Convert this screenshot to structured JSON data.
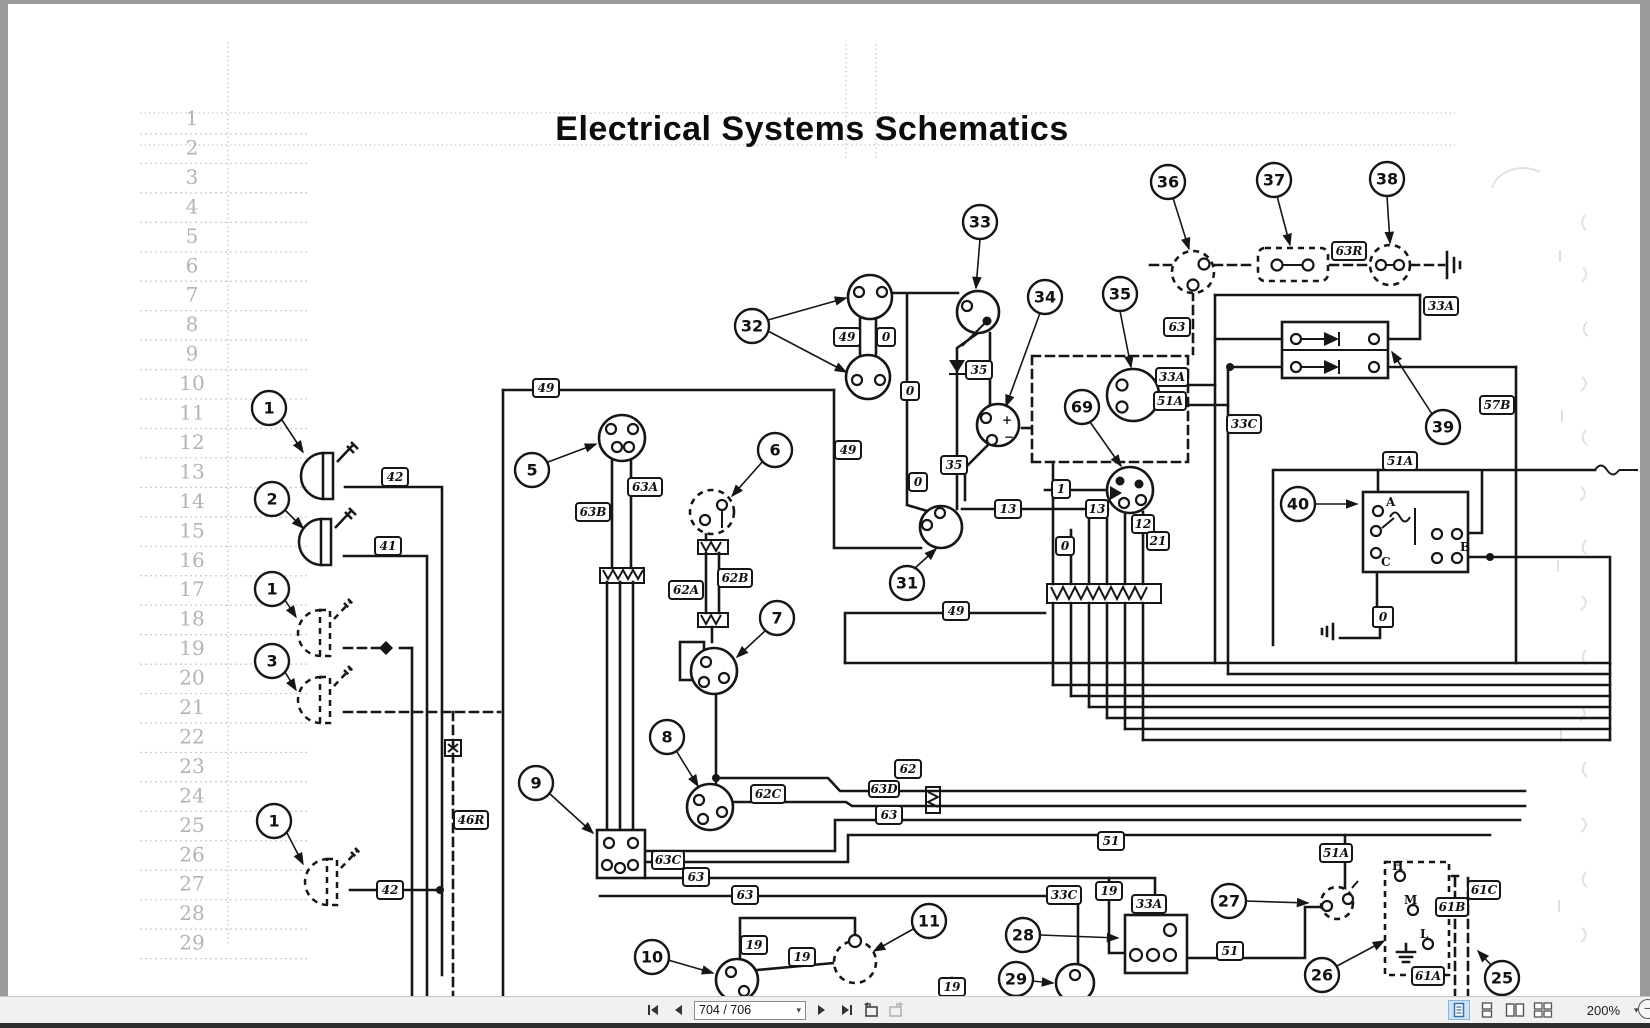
{
  "title": "Electrical Systems Schematics",
  "margin_rows": [
    "1",
    "2",
    "3",
    "4",
    "5",
    "6",
    "7",
    "8",
    "9",
    "10",
    "11",
    "12",
    "13",
    "14",
    "15",
    "16",
    "17",
    "18",
    "19",
    "20",
    "21",
    "22",
    "23",
    "24",
    "25",
    "26",
    "27",
    "28",
    "29"
  ],
  "callouts": [
    "1",
    "2",
    "1",
    "3",
    "1",
    "5",
    "6",
    "7",
    "8",
    "9",
    "10",
    "11",
    "31",
    "32",
    "33",
    "34",
    "35",
    "36",
    "37",
    "38",
    "39",
    "40",
    "69",
    "27",
    "28",
    "29",
    "26",
    "25"
  ],
  "wire_labels": [
    "42",
    "41",
    "46R",
    "42",
    "49",
    "63A",
    "63B",
    "62A",
    "62B",
    "49",
    "0",
    "49",
    "0",
    "35",
    "0",
    "35",
    "0",
    "49",
    "13",
    "1",
    "13",
    "12",
    "21",
    "63",
    "63R",
    "33A",
    "33A",
    "51A",
    "33C",
    "57B",
    "51A",
    "0",
    "62C",
    "62",
    "63D",
    "63",
    "63C",
    "63",
    "63",
    "19",
    "19",
    "19",
    "33C",
    "19",
    "33A",
    "51",
    "51",
    "51A",
    "61C",
    "61B",
    "61A"
  ],
  "component_labels": {
    "battery_plus": "+",
    "battery_minus": "−",
    "relay_a": "A",
    "relay_b": "B",
    "relay_c": "C",
    "box_h": "H",
    "box_m": "M",
    "box_l": "L"
  },
  "toolbar": {
    "page_indicator": "704 / 706",
    "zoom_level": "200%",
    "icons": [
      "first-page",
      "previous-page",
      "next-page",
      "last-page",
      "previous-view",
      "next-view",
      "single-page-view",
      "continuous-view",
      "facing-view",
      "facing-continuous-view",
      "zoom-out"
    ]
  }
}
